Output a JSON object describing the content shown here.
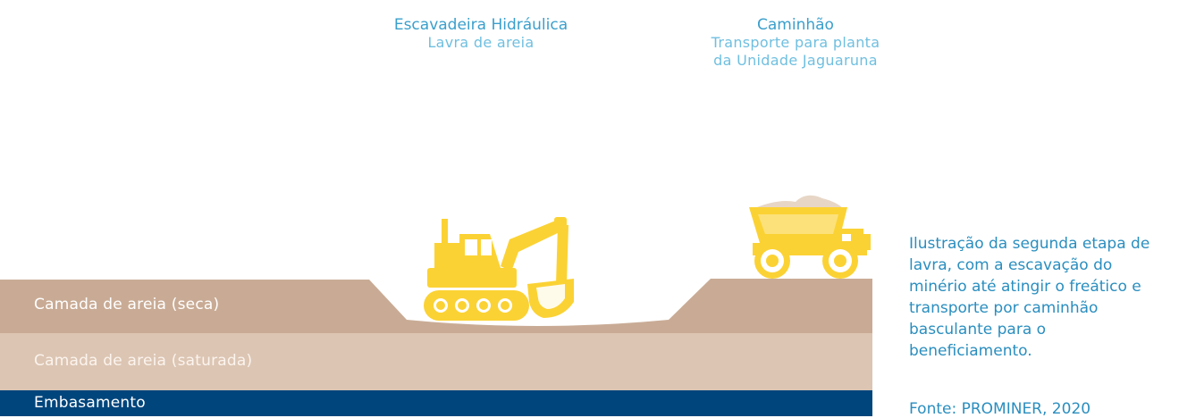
{
  "labels": {
    "excavator_title": "Escavadeira Hidráulica",
    "excavator_sub": "Lavra de areia",
    "truck_title": "Caminhão",
    "truck_sub_1": "Transporte para planta",
    "truck_sub_2": "da Unidade Jaguaruna"
  },
  "layers": {
    "dry": "Camada de areia (seca)",
    "saturated": "Camada de areia (saturada)",
    "base": "Embasamento"
  },
  "caption": {
    "text": "Ilustração da segunda etapa de lavra, com a escavação do minério até atingir o freático e transporte por caminhão basculante para o beneficiamento.",
    "source": "Fonte: PROMINER, 2020"
  },
  "colors": {
    "dry_sand": "#c9ab95",
    "saturated_sand": "#dcc5b3",
    "bedrock": "#00457c",
    "machine": "#fbd234",
    "load": "#e7d6c6",
    "label_blue": "#3a9fcc"
  },
  "icons": [
    "excavator-icon",
    "dump-truck-icon"
  ]
}
